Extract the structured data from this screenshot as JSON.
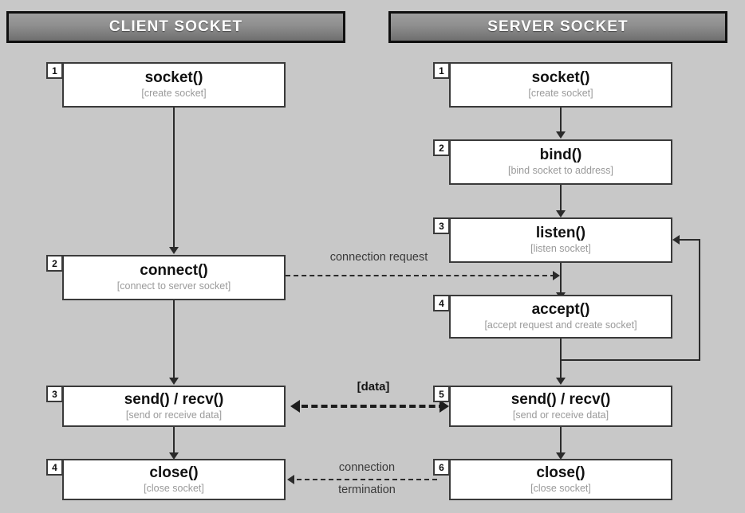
{
  "columns": [
    {
      "id": "client",
      "title": "CLIENT SOCKET"
    },
    {
      "id": "server",
      "title": "SERVER SOCKET"
    }
  ],
  "client_steps": [
    {
      "num": "1",
      "fn": "socket()",
      "desc": "[create socket]"
    },
    {
      "num": "2",
      "fn": "connect()",
      "desc": "[connect to server socket]"
    },
    {
      "num": "3",
      "fn": "send() / recv()",
      "desc": "[send or receive data]"
    },
    {
      "num": "4",
      "fn": "close()",
      "desc": "[close socket]"
    }
  ],
  "server_steps": [
    {
      "num": "1",
      "fn": "socket()",
      "desc": "[create socket]"
    },
    {
      "num": "2",
      "fn": "bind()",
      "desc": "[bind socket to address]"
    },
    {
      "num": "3",
      "fn": "listen()",
      "desc": "[listen socket]"
    },
    {
      "num": "4",
      "fn": "accept()",
      "desc": "[accept request and create socket]"
    },
    {
      "num": "5",
      "fn": "send() / recv()",
      "desc": "[send or receive data]"
    },
    {
      "num": "6",
      "fn": "close()",
      "desc": "[close socket]"
    }
  ],
  "links": [
    {
      "id": "connection-request",
      "label": "connection request",
      "direction": "client-to-server"
    },
    {
      "id": "data-exchange",
      "label": "[data]",
      "direction": "bidirectional"
    },
    {
      "id": "connection-termination",
      "label_line1": "connection",
      "label_line2": "termination",
      "direction": "server-to-client"
    }
  ],
  "colors": {
    "background": "#c8c8c8",
    "header_top": "#9e9e9e",
    "header_bottom": "#6f6f6f",
    "header_text": "#ffffff",
    "box_fill": "#ffffff",
    "box_border": "#3a3a3a",
    "desc_text": "#9a9a9a",
    "line": "#2b2b2b"
  }
}
